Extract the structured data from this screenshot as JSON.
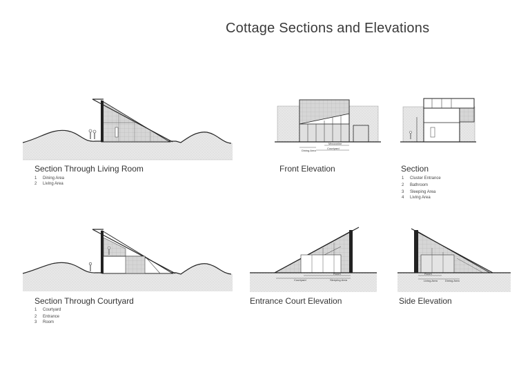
{
  "sheet": {
    "title": "Cottage Sections and Elevations"
  },
  "panels": {
    "living": {
      "title": "Section Through Living Room",
      "legend": [
        {
          "num": "1",
          "text": "Dining Area"
        },
        {
          "num": "2",
          "text": "Living Area"
        }
      ]
    },
    "front": {
      "title": "Front Elevation",
      "dims": {
        "a": "Mezzanine",
        "b": "Courtyard",
        "c": "Dining Area"
      }
    },
    "section": {
      "title": "Section",
      "legend": [
        {
          "num": "1",
          "text": "Cluster Entrance"
        },
        {
          "num": "2",
          "text": "Bathroom"
        },
        {
          "num": "3",
          "text": "Sleeping Area"
        },
        {
          "num": "4",
          "text": "Living Area"
        }
      ]
    },
    "courtyard": {
      "title": "Section Through Courtyard",
      "legend": [
        {
          "num": "1",
          "text": "Courtyard"
        },
        {
          "num": "2",
          "text": "Entrance"
        },
        {
          "num": "3",
          "text": "Room"
        }
      ]
    },
    "entrance": {
      "title": "Entrance Court Elevation",
      "dims": {
        "a": "Room",
        "b": "Courtyard",
        "c": "Sleeping Area"
      }
    },
    "side": {
      "title": "Side Elevation",
      "dims": {
        "a": "Room",
        "b": "Living Area",
        "c": "Dining Area"
      }
    }
  },
  "colors": {
    "ground_fill": "#e6e6e6",
    "line": "#222222",
    "glass": "#cfcfcf"
  }
}
